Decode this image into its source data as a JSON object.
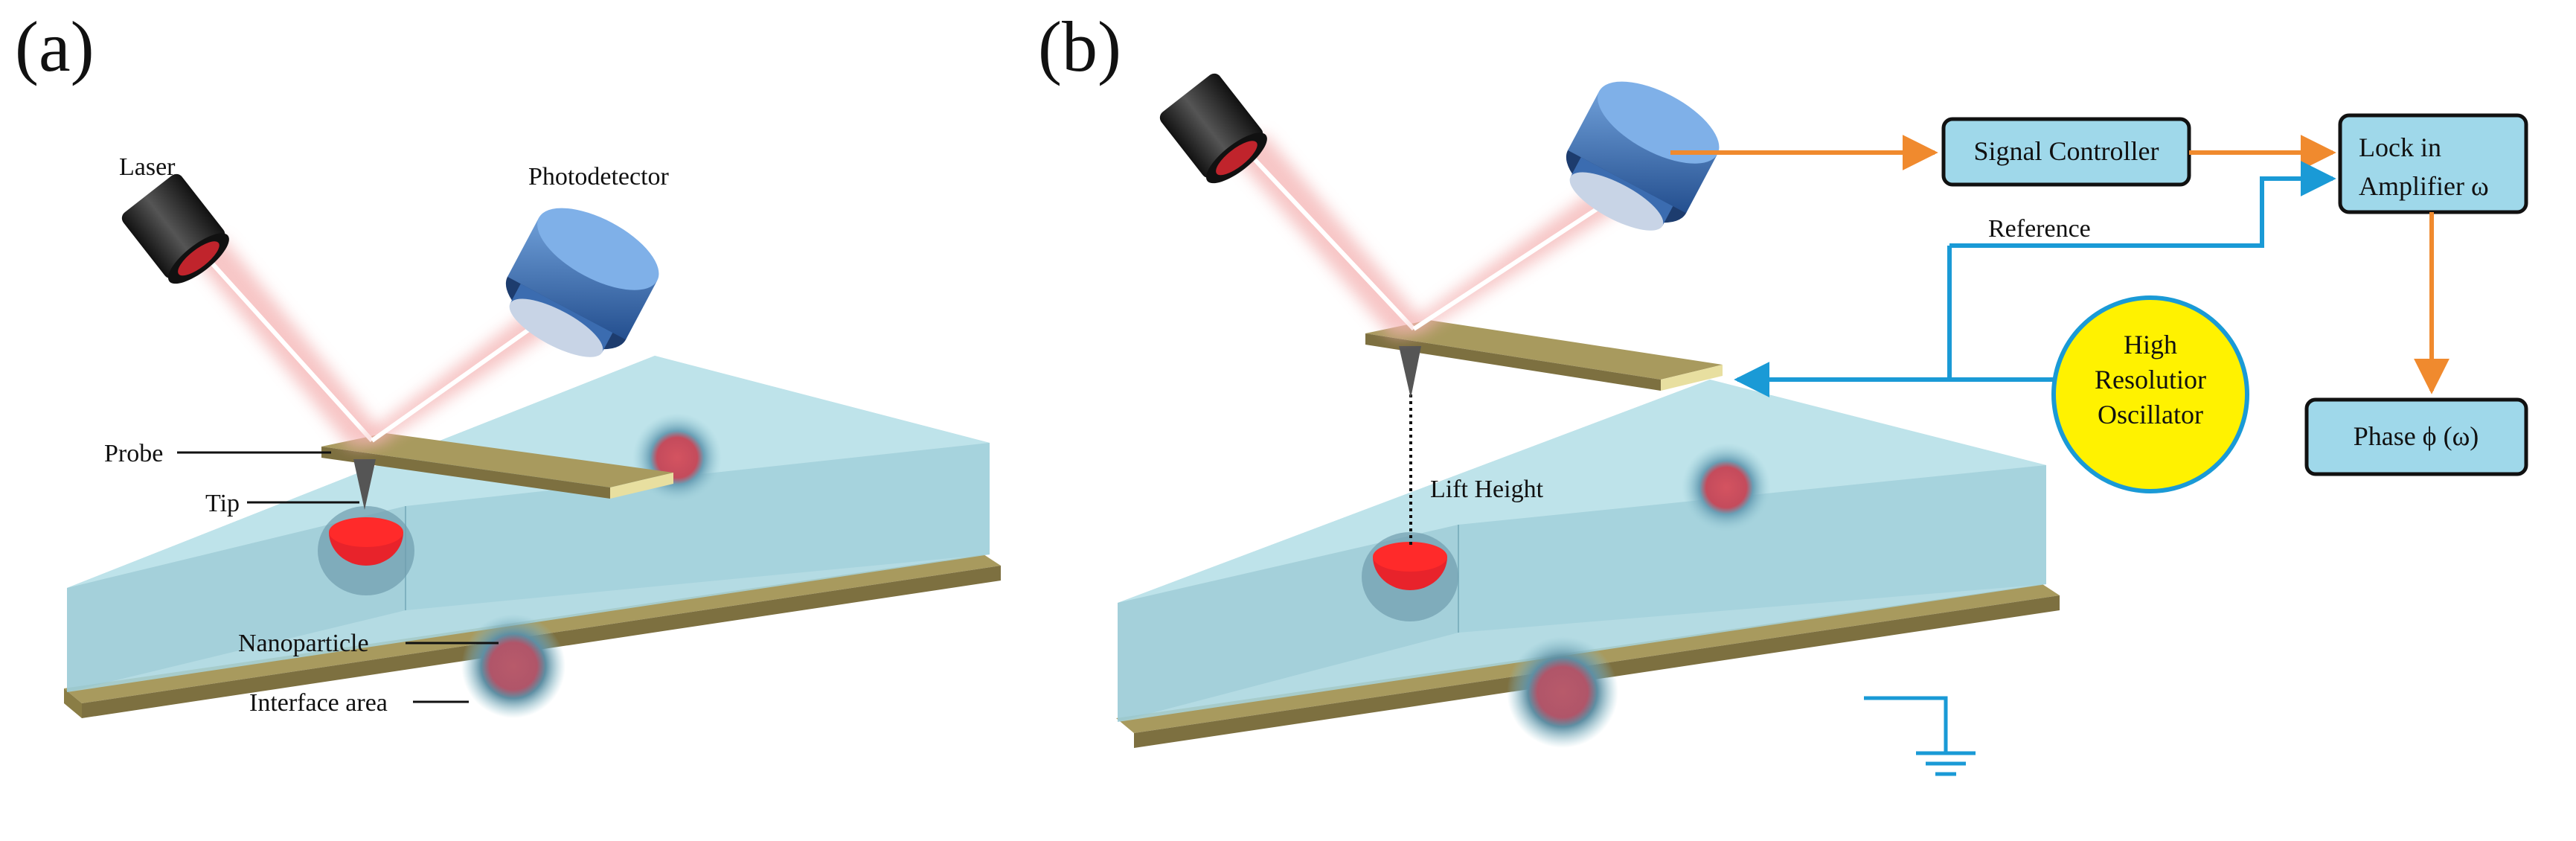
{
  "panels": [
    {
      "label": "(a)",
      "labels": {
        "laser": "Laser",
        "photodetector": "Photodetector",
        "probe": "Probe",
        "tip": "Tip",
        "nanoparticle": "Nanoparticle",
        "interface": "Interface area"
      }
    },
    {
      "label": "(b)",
      "labels": {
        "lift_height": "Lift Height",
        "reference": "Reference"
      },
      "blocks": {
        "signal_controller": "Signal Controller",
        "lock_in_line1": "Lock in",
        "lock_in_line2": "Amplifier ω",
        "phase": "Phase ϕ (ω)",
        "oscillator_line1": "High",
        "oscillator_line2": "Resolutior",
        "oscillator_line3": "Oscillator"
      }
    }
  ],
  "colors": {
    "slab_top": "#bfe3ea",
    "slab_side": "#9fd0da",
    "substrate": "#a89a5e",
    "beam": "#f4b3b3",
    "nanoparticle": "#e8232b",
    "block_fill": "#9fd8ea",
    "oscillator_fill": "#fff200",
    "arrow_orange": "#f08a2e",
    "arrow_blue": "#1a9ad6"
  }
}
